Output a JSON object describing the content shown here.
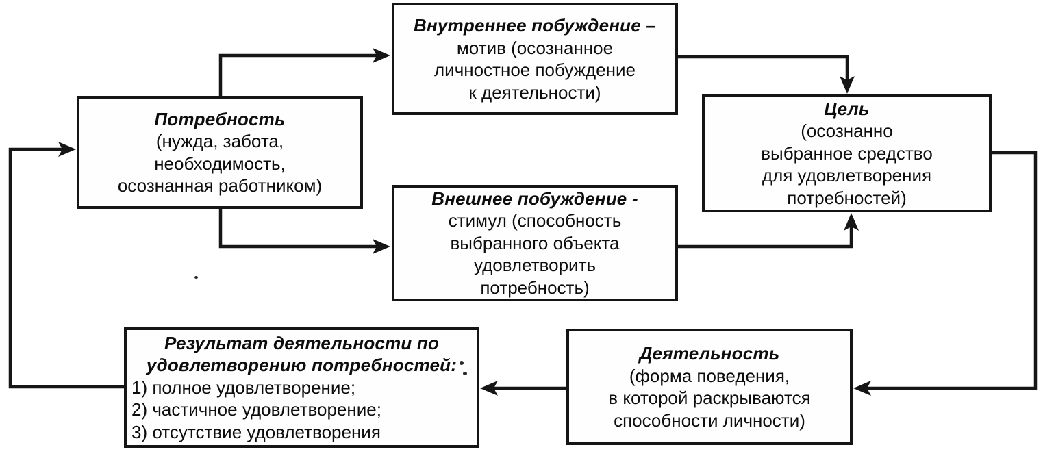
{
  "colors": {
    "ink": "#151515",
    "paper": "#ffffff"
  },
  "diagram": {
    "boxes": {
      "inner_motive": {
        "title": "Внутреннее побуждение –",
        "lines": [
          "мотив (осознанное",
          "личностное побуждение",
          "к деятельности)"
        ]
      },
      "need": {
        "title": "Потребность",
        "lines": [
          "(нужда, забота,",
          "необходимость,",
          "осознанная работником)"
        ]
      },
      "outer_motive": {
        "title": "Внешнее побуждение -",
        "lines": [
          "стимул (способность",
          "выбранного объекта",
          "удовлетворить",
          "потребность)"
        ]
      },
      "goal": {
        "title": "Цель",
        "lines": [
          "(осознанно",
          "выбранное средство",
          "для удовлетворения",
          "потребностей)"
        ]
      },
      "activity": {
        "title": "Деятельность",
        "lines": [
          "(форма поведения,",
          "в которой раскрываются",
          "способности личности)"
        ]
      },
      "result": {
        "title_lines": [
          "Результат деятельности по",
          "удовлетворению потребностей:"
        ],
        "items": [
          "1) полное удовлетворение;",
          "2) частичное удовлетворение;",
          "3) отсутствие удовлетворения"
        ]
      }
    }
  }
}
